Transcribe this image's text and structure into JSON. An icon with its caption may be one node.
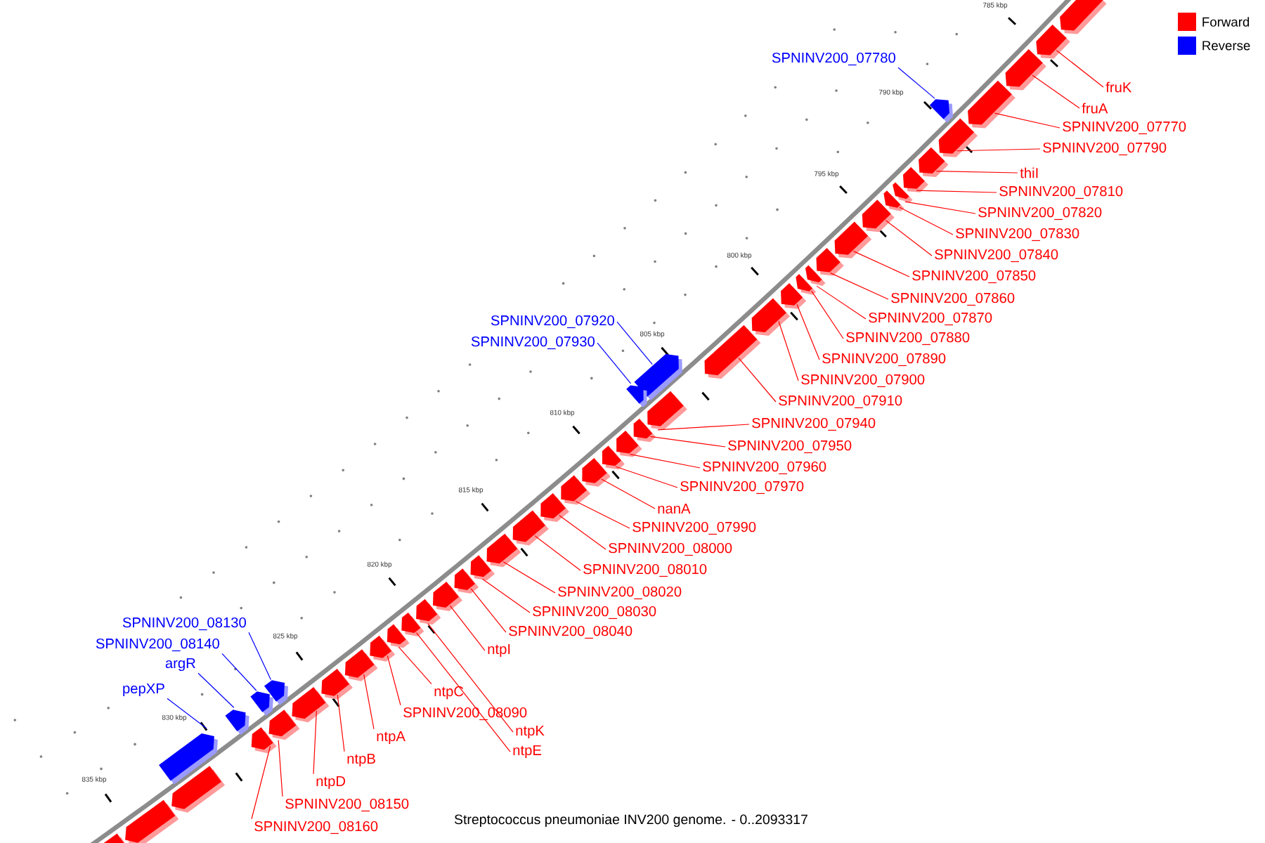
{
  "diagram": {
    "caption": "Streptococcus pneumoniae INV200 genome. - 0..2093317",
    "nodes": [
      {
        "text": [
          "SPNINV200_07780"
        ]
      },
      {
        "text": [
          "fruK"
        ]
      },
      {
        "text": [
          "fruA"
        ]
      },
      {
        "text": [
          "SPNINV200_07770"
        ]
      },
      {
        "text": [
          "SPNINV200_07790"
        ]
      },
      {
        "text": [
          "thiI"
        ]
      },
      {
        "text": [
          "SPNINV200_07810"
        ]
      },
      {
        "text": [
          "SPNINV200_07820"
        ]
      },
      {
        "text": [
          "SPNINV200_07830"
        ]
      },
      {
        "text": [
          "SPNINV200_07840"
        ]
      },
      {
        "text": [
          "SPNINV200_07850"
        ]
      },
      {
        "text": [
          "SPNINV200_07860"
        ]
      },
      {
        "text": [
          "SPNINV200_07870"
        ]
      },
      {
        "text": [
          "SPNINV200_07880"
        ]
      },
      {
        "text": [
          "SPNINV200_07920"
        ]
      },
      {
        "text": [
          "SPNINV200_07930"
        ]
      },
      {
        "text": [
          "SPNINV200_07890"
        ]
      },
      {
        "text": [
          "SPNINV200_07900"
        ]
      },
      {
        "text": [
          "SPNINV200_07910"
        ]
      },
      {
        "text": [
          "SPNINV200_07940"
        ]
      },
      {
        "text": [
          "SPNINV200_07950"
        ]
      },
      {
        "text": [
          "SPNINV200_07960"
        ]
      },
      {
        "text": [
          "SPNINV200_07970"
        ]
      },
      {
        "text": [
          "nanA"
        ]
      },
      {
        "text": [
          "SPNINV200_07990"
        ]
      },
      {
        "text": [
          "SPNINV200_08000"
        ]
      },
      {
        "text": [
          "SPNINV200_08010"
        ]
      },
      {
        "text": [
          "SPNINV200_08020"
        ]
      },
      {
        "text": [
          "SPNINV200_08030"
        ]
      },
      {
        "text": [
          "SPNINV200_08130"
        ]
      },
      {
        "text": [
          "SPNINV200_08040"
        ]
      },
      {
        "text": [
          "SPNINV200_08140"
        ]
      },
      {
        "text": [
          "ntpI"
        ]
      },
      {
        "text": [
          "argR"
        ]
      },
      {
        "text": [
          "ntpC"
        ]
      },
      {
        "text": [
          "pepXP"
        ]
      },
      {
        "text": [
          "SPNINV200_08090"
        ]
      },
      {
        "text": [
          "ntpK"
        ]
      },
      {
        "text": [
          "ntpA"
        ]
      },
      {
        "text": [
          "ntpE"
        ]
      },
      {
        "text": [
          "ntpB"
        ]
      },
      {
        "text": [
          "ntpD"
        ]
      },
      {
        "text": [
          "SPNINV200_08150"
        ]
      },
      {
        "text": [
          "SPNINV200_08160"
        ]
      },
      {
        "text": [],
        "shape": "arrow"
      },
      {
        "text": [],
        "shape": "arrow"
      },
      {
        "text": [],
        "shape": "arrow"
      },
      {
        "text": [],
        "shape": "arrow"
      },
      {
        "text": [],
        "shape": "arrow"
      },
      {
        "text": [],
        "shape": "arrow"
      },
      {
        "text": [],
        "shape": "arrow"
      },
      {
        "text": [],
        "shape": "arrow"
      },
      {
        "text": [],
        "shape": "arrow"
      },
      {
        "text": [],
        "shape": "arrow"
      },
      {
        "text": [],
        "shape": "arrow"
      },
      {
        "text": [],
        "shape": "arrow"
      },
      {
        "text": [],
        "shape": "arrow"
      },
      {
        "text": [],
        "shape": "arrow"
      },
      {
        "text": [],
        "shape": "arrow"
      },
      {
        "text": [],
        "shape": "arrow"
      },
      {
        "text": [],
        "shape": "arrow"
      },
      {
        "text": [],
        "shape": "arrow"
      },
      {
        "text": [],
        "shape": "arrow"
      },
      {
        "text": [],
        "shape": "arrow"
      },
      {
        "text": [],
        "shape": "arrow"
      },
      {
        "text": [],
        "shape": "arrow"
      },
      {
        "text": [],
        "shape": "arrow"
      },
      {
        "text": [],
        "shape": "arrow"
      },
      {
        "text": [],
        "shape": "arrow"
      },
      {
        "text": [],
        "shape": "arrow"
      },
      {
        "text": [],
        "shape": "arrow"
      },
      {
        "text": [],
        "shape": "arrow"
      },
      {
        "text": [],
        "shape": "arrow"
      },
      {
        "text": [],
        "shape": "arrow"
      },
      {
        "text": [],
        "shape": "arrow"
      },
      {
        "text": [],
        "shape": "arrow"
      },
      {
        "text": [],
        "shape": "arrow"
      },
      {
        "text": [],
        "shape": "arrow"
      },
      {
        "text": [],
        "shape": "arrow"
      },
      {
        "text": [],
        "shape": "arrow"
      },
      {
        "text": [],
        "shape": "arrow"
      },
      {
        "text": [],
        "shape": "arrow"
      },
      {
        "text": [],
        "shape": "arrow"
      },
      {
        "text": [],
        "shape": "arrow"
      },
      {
        "text": [],
        "shape": "arrow"
      },
      {
        "text": [],
        "shape": "arrow"
      },
      {
        "text": [],
        "shape": "arrow"
      },
      {
        "text": [],
        "shape": "arrow"
      },
      {
        "text": [],
        "shape": "arrow"
      },
      {
        "text": [],
        "shape": "arrow"
      },
      {
        "text": [],
        "shape": "arrow"
      },
      {
        "text": [],
        "shape": "arrow"
      }
    ],
    "edges": [
      {
        "from": 0,
        "to": 45,
        "arrow": "none",
        "color": "#0000ff"
      },
      {
        "from": 1,
        "to": 46,
        "arrow": "none"
      },
      {
        "from": 2,
        "to": 47,
        "arrow": "none"
      },
      {
        "from": 3,
        "to": 48,
        "arrow": "none"
      },
      {
        "from": 4,
        "to": 49,
        "arrow": "none"
      },
      {
        "from": 5,
        "to": 50,
        "arrow": "none"
      },
      {
        "from": 6,
        "to": 51,
        "arrow": "none"
      },
      {
        "from": 7,
        "to": 52,
        "arrow": "none"
      },
      {
        "from": 8,
        "to": 53,
        "arrow": "none"
      },
      {
        "from": 9,
        "to": 54,
        "arrow": "none"
      },
      {
        "from": 10,
        "to": 55,
        "arrow": "none"
      },
      {
        "from": 11,
        "to": 56,
        "arrow": "none"
      },
      {
        "from": 12,
        "to": 57,
        "arrow": "none"
      },
      {
        "from": 13,
        "to": 58,
        "arrow": "none"
      },
      {
        "from": 14,
        "to": 59,
        "arrow": "none",
        "color": "#0000ff"
      },
      {
        "from": 15,
        "to": 60,
        "arrow": "none",
        "color": "#0000ff"
      },
      {
        "from": 16,
        "to": 61,
        "arrow": "none"
      },
      {
        "from": 17,
        "to": 62,
        "arrow": "none"
      },
      {
        "from": 18,
        "to": 63,
        "arrow": "none"
      },
      {
        "from": 19,
        "to": 64,
        "arrow": "none"
      },
      {
        "from": 20,
        "to": 65,
        "arrow": "none"
      },
      {
        "from": 21,
        "to": 66,
        "arrow": "none"
      },
      {
        "from": 22,
        "to": 67,
        "arrow": "none"
      },
      {
        "from": 23,
        "to": 68,
        "arrow": "none"
      },
      {
        "from": 24,
        "to": 69,
        "arrow": "none"
      },
      {
        "from": 25,
        "to": 70,
        "arrow": "none"
      },
      {
        "from": 26,
        "to": 71,
        "arrow": "none"
      },
      {
        "from": 27,
        "to": 72,
        "arrow": "none"
      },
      {
        "from": 28,
        "to": 73,
        "arrow": "none"
      },
      {
        "from": 29,
        "to": 74,
        "arrow": "none",
        "color": "#0000ff"
      },
      {
        "from": 30,
        "to": 75,
        "arrow": "none"
      },
      {
        "from": 31,
        "to": 76,
        "arrow": "none",
        "color": "#0000ff"
      },
      {
        "from": 32,
        "to": 77,
        "arrow": "none"
      },
      {
        "from": 33,
        "to": 78,
        "arrow": "none",
        "color": "#0000ff"
      },
      {
        "from": 34,
        "to": 79,
        "arrow": "none"
      },
      {
        "from": 35,
        "to": 80,
        "arrow": "none",
        "color": "#0000ff"
      },
      {
        "from": 36,
        "to": 81,
        "arrow": "none"
      },
      {
        "from": 37,
        "to": 82,
        "arrow": "none"
      },
      {
        "from": 38,
        "to": 83,
        "arrow": "none"
      },
      {
        "from": 39,
        "to": 84,
        "arrow": "none"
      },
      {
        "from": 40,
        "to": 85,
        "arrow": "none"
      },
      {
        "from": 41,
        "to": 86,
        "arrow": "none"
      },
      {
        "from": 42,
        "to": 87,
        "arrow": "none"
      },
      {
        "from": 43,
        "to": 88,
        "arrow": "none"
      }
    ],
    "labels": [
      "785 kbp",
      "790 kbp",
      "795 kbp",
      "800 kbp",
      "805 kbp",
      "810 kbp",
      "815 kbp",
      "820 kbp",
      "825 kbp",
      "830 kbp",
      "835 kbp"
    ],
    "legend": [
      {
        "text": "Forward",
        "color": "#ff0000"
      },
      {
        "text": "Reverse",
        "color": "#0000ff"
      }
    ]
  }
}
